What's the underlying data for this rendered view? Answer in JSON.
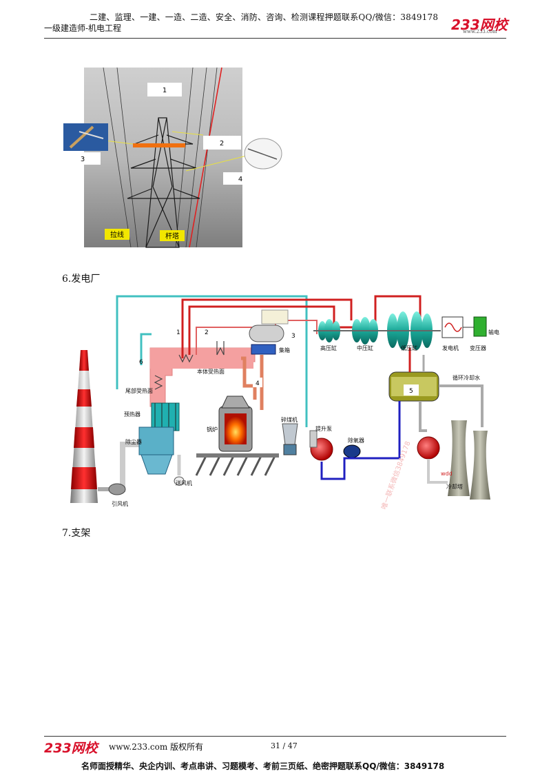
{
  "header": {
    "courses_line": "二建、监理、一建、一造、二造、安全、消防、咨询、检测课程押题联系QQ/微信：3849178",
    "subject": "一级建造师-机电工程",
    "logo_text": "233网校",
    "logo_url": "www.233.com"
  },
  "tower_figure": {
    "callouts": [
      "1",
      "2",
      "3",
      "4"
    ],
    "label_guy_wire": "拉线",
    "label_tower": "杆塔"
  },
  "sections": [
    {
      "title": "6.发电厂"
    },
    {
      "title": "7.支架"
    }
  ],
  "plant_figure": {
    "numbers": [
      "1",
      "2",
      "3",
      "4",
      "5",
      "6"
    ],
    "labels": {
      "hp": "高压缸",
      "ip": "中压缸",
      "lp": "低压缸",
      "generator": "发电机",
      "transformer": "变压器",
      "output": "输电",
      "drum": "集箱",
      "body_heating": "本体受热面",
      "tail_heating": "尾部受热面",
      "preheater": "预热器",
      "dust": "除尘器",
      "boiler": "锅炉",
      "coal_mill": "碎煤机",
      "lift_pump": "提升泵",
      "deaerator": "除氧器",
      "circ_water": "循环冷却水",
      "cooling_tower": "冷却塔",
      "wdd": "wdd",
      "id_fan": "引风机",
      "fd_fan": "送风机"
    },
    "watermark": "唯一联系微信3849178"
  },
  "footer": {
    "logo_text": "233网校",
    "site": "www.233.com 版权所有",
    "page": "31 / 47",
    "note": "名师面授精华、央企内训、考点串讲、习题模考、考前三页纸、绝密押题联系QQ/微信：3849178"
  }
}
